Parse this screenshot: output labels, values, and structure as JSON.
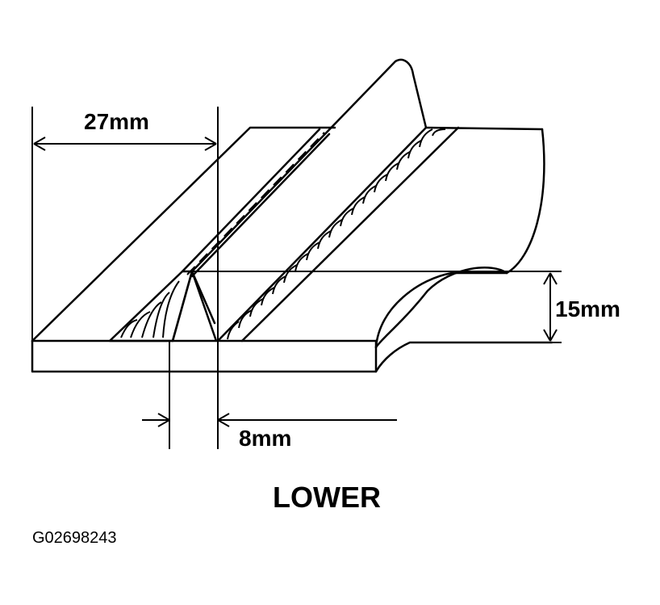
{
  "labels": {
    "width_dimension": "27mm",
    "height_dimension": "15mm",
    "gap_dimension": "8mm",
    "caption": "LOWER",
    "figure_id": "G02698243"
  },
  "colors": {
    "ink": "#000000",
    "background": "#ffffff"
  }
}
